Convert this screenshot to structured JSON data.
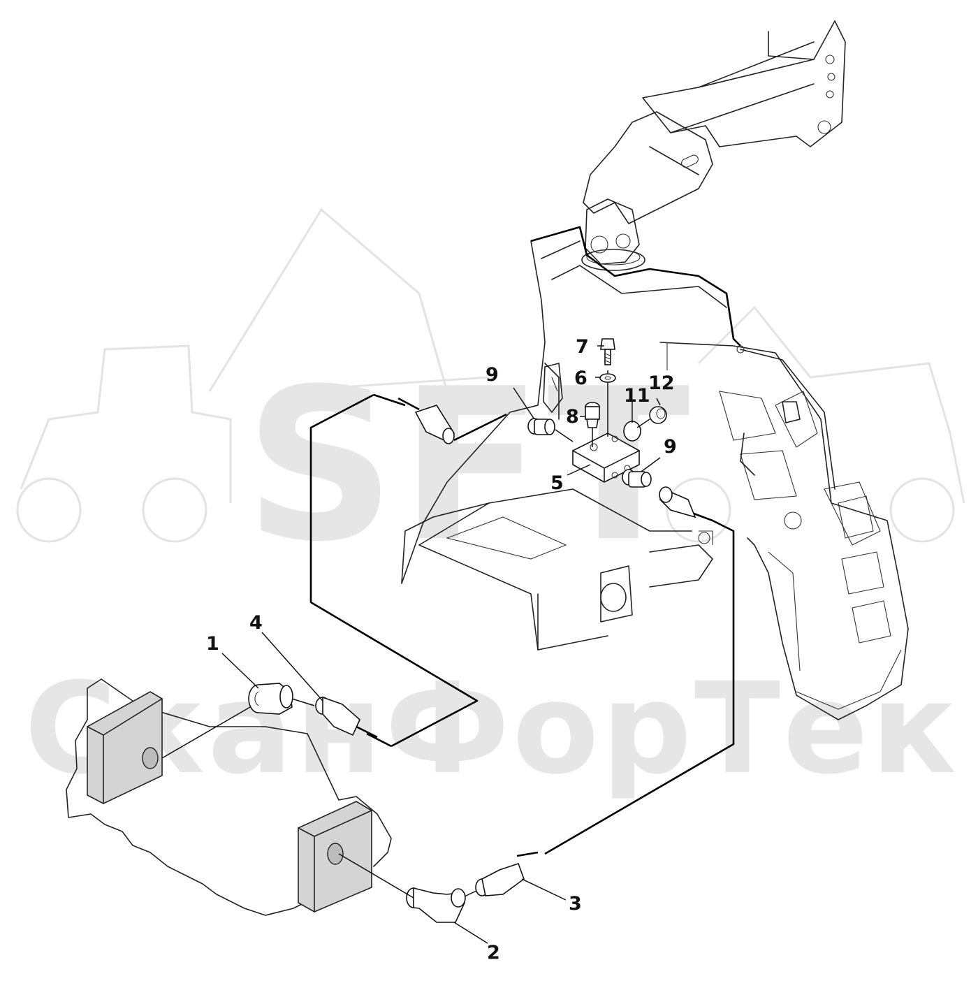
{
  "watermark": {
    "logo_text": "SFT",
    "company_text": "СканФорТек"
  },
  "callouts": [
    {
      "id": "1",
      "label": "1"
    },
    {
      "id": "2",
      "label": "2"
    },
    {
      "id": "3",
      "label": "3"
    },
    {
      "id": "4",
      "label": "4"
    },
    {
      "id": "5",
      "label": "5"
    },
    {
      "id": "6",
      "label": "6"
    },
    {
      "id": "7",
      "label": "7"
    },
    {
      "id": "8",
      "label": "8"
    },
    {
      "id": "9a",
      "label": "9"
    },
    {
      "id": "9b",
      "label": "9"
    },
    {
      "id": "11",
      "label": "11"
    },
    {
      "id": "12",
      "label": "12"
    }
  ]
}
